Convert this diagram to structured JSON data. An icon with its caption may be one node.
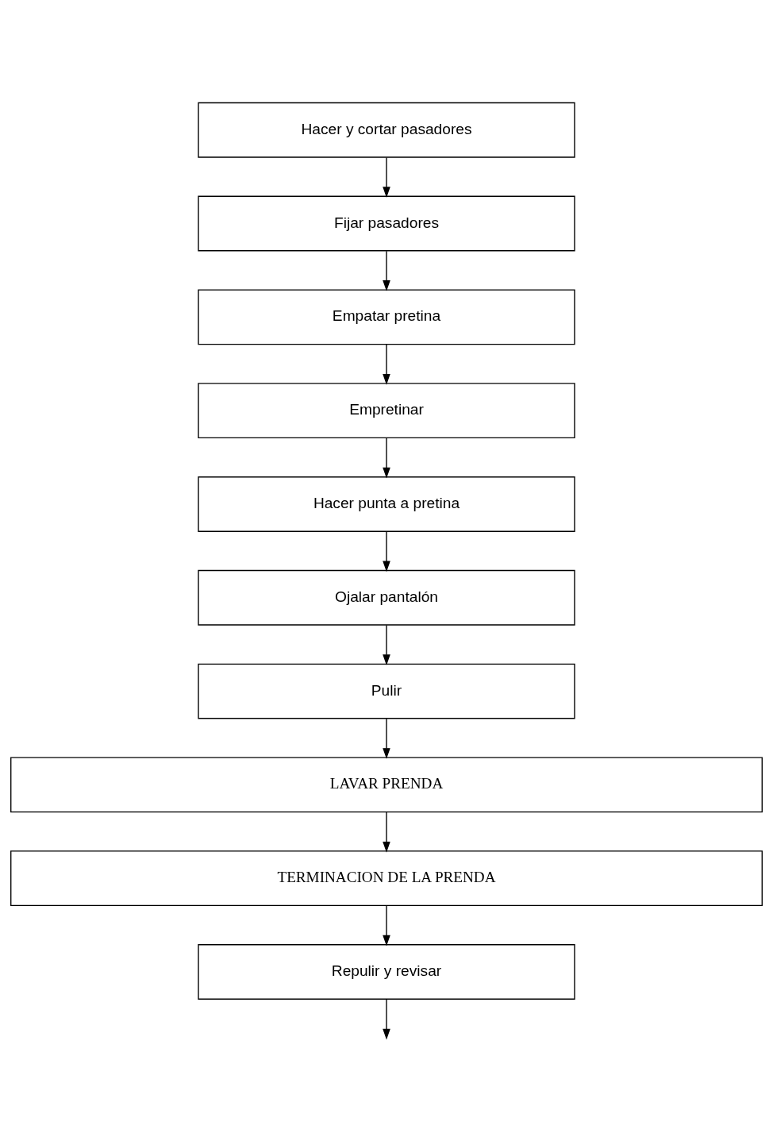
{
  "diagram": {
    "nodes": [
      {
        "text": [
          "Hacer y cortar pasadores"
        ]
      },
      {
        "text": [
          "Fijar pasadores"
        ]
      },
      {
        "text": [
          "Empatar pretina"
        ]
      },
      {
        "text": [
          "Empretinar"
        ]
      },
      {
        "text": [
          "Hacer punta a pretina"
        ]
      },
      {
        "text": [
          "Ojalar pantalón"
        ]
      },
      {
        "text": [
          "Pulir"
        ]
      },
      {
        "text": [
          "LAVAR PRENDA"
        ]
      },
      {
        "text": [
          "TERMINACION DE LA PRENDA"
        ]
      },
      {
        "text": [
          "Repulir y revisar"
        ]
      }
    ],
    "edges": [
      {
        "from": 0,
        "to": 1,
        "arrow": "to"
      },
      {
        "from": 1,
        "to": 2,
        "arrow": "to"
      },
      {
        "from": 2,
        "to": 3,
        "arrow": "to"
      },
      {
        "from": 3,
        "to": 4,
        "arrow": "to"
      },
      {
        "from": 4,
        "to": 5,
        "arrow": "to"
      },
      {
        "from": 5,
        "to": 6,
        "arrow": "to"
      },
      {
        "from": 6,
        "to": 7,
        "arrow": "to"
      },
      {
        "from": 7,
        "to": 8,
        "arrow": "to"
      },
      {
        "from": 8,
        "to": 9,
        "arrow": "to"
      },
      {
        "from": 9,
        "to": null,
        "arrow": "to"
      }
    ]
  }
}
